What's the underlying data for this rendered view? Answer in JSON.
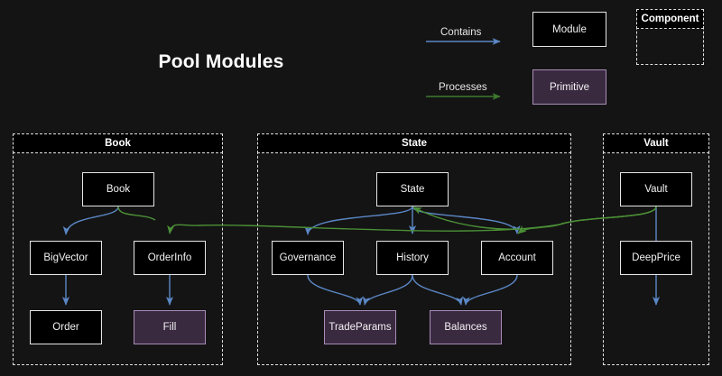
{
  "page": {
    "title": "Pool Modules",
    "background_color": "#141414"
  },
  "colors": {
    "module_border": "#e6e6e6",
    "module_fill": "#000000",
    "primitive_fill": "#3a2a40",
    "primitive_border": "#a98cb8",
    "contains_edge": "#5b87c5",
    "processes_edge": "#3d7a2e",
    "group_border": "#e0e0e0",
    "text": "#f2f2f2"
  },
  "legend": {
    "contains": {
      "label": "Contains",
      "color": "#5b87c5"
    },
    "processes": {
      "label": "Processes",
      "color": "#3d7a2e"
    },
    "module_sample": {
      "label": "Module",
      "type": "module"
    },
    "primitive_sample": {
      "label": "Primitive",
      "type": "primitive"
    },
    "component_sample": {
      "label": "Component",
      "type": "component"
    }
  },
  "groups": [
    {
      "id": "book",
      "label": "Book"
    },
    {
      "id": "state",
      "label": "State"
    },
    {
      "id": "vault",
      "label": "Vault"
    }
  ],
  "nodes": [
    {
      "id": "book",
      "label": "Book",
      "type": "module",
      "group": "book"
    },
    {
      "id": "bigvector",
      "label": "BigVector",
      "type": "module",
      "group": "book"
    },
    {
      "id": "orderinfo",
      "label": "OrderInfo",
      "type": "module",
      "group": "book"
    },
    {
      "id": "order",
      "label": "Order",
      "type": "module",
      "group": "book"
    },
    {
      "id": "fill",
      "label": "Fill",
      "type": "primitive",
      "group": "book"
    },
    {
      "id": "state",
      "label": "State",
      "type": "module",
      "group": "state"
    },
    {
      "id": "governance",
      "label": "Governance",
      "type": "module",
      "group": "state"
    },
    {
      "id": "history",
      "label": "History",
      "type": "module",
      "group": "state"
    },
    {
      "id": "account",
      "label": "Account",
      "type": "module",
      "group": "state"
    },
    {
      "id": "tradeparams",
      "label": "TradeParams",
      "type": "primitive",
      "group": "state"
    },
    {
      "id": "balances",
      "label": "Balances",
      "type": "primitive",
      "group": "state"
    },
    {
      "id": "vault",
      "label": "Vault",
      "type": "module",
      "group": "vault"
    },
    {
      "id": "deepprice",
      "label": "DeepPrice",
      "type": "module",
      "group": "vault"
    }
  ],
  "edges": [
    {
      "from": "book",
      "to": "bigvector",
      "kind": "contains"
    },
    {
      "from": "bigvector",
      "to": "order",
      "kind": "contains"
    },
    {
      "from": "orderinfo",
      "to": "fill",
      "kind": "contains"
    },
    {
      "from": "book",
      "to": "orderinfo",
      "kind": "processes"
    },
    {
      "from": "state",
      "to": "governance",
      "kind": "contains"
    },
    {
      "from": "state",
      "to": "history",
      "kind": "contains"
    },
    {
      "from": "state",
      "to": "account",
      "kind": "contains"
    },
    {
      "from": "governance",
      "to": "tradeparams",
      "kind": "contains"
    },
    {
      "from": "history",
      "to": "tradeparams",
      "kind": "contains"
    },
    {
      "from": "history",
      "to": "balances",
      "kind": "contains"
    },
    {
      "from": "account",
      "to": "balances",
      "kind": "contains"
    },
    {
      "from": "vault",
      "to": "deepprice",
      "kind": "contains"
    },
    {
      "from": "vault",
      "to": "account",
      "kind": "processes"
    },
    {
      "from": "vault",
      "to": "state",
      "kind": "processes"
    },
    {
      "from": "vault",
      "to": "orderinfo",
      "kind": "processes"
    }
  ]
}
